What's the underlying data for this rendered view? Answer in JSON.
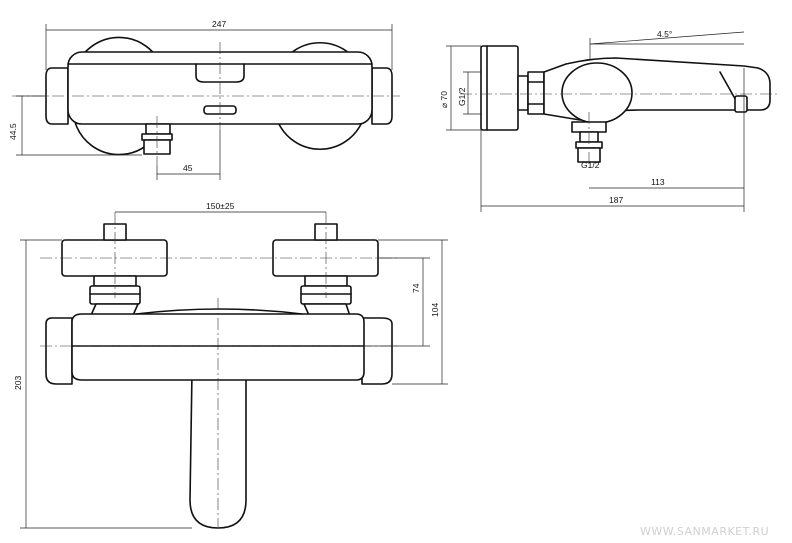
{
  "top_view": {
    "dim_width": "247",
    "dim_height": "44.5",
    "dim_offset": "45"
  },
  "side_view": {
    "dim_angle": "4.5°",
    "dim_diameter": "⌀ 70",
    "dim_thread_wall": "G1/2",
    "dim_thread_outlet": "G1/2",
    "dim_depth_outlet": "113",
    "dim_depth_total": "187"
  },
  "front_view": {
    "dim_center_distance": "150±25",
    "dim_height_total": "203",
    "dim_height_upper": "74",
    "dim_height_lower": "104"
  },
  "watermark": "WWW.SANMARKET.RU"
}
